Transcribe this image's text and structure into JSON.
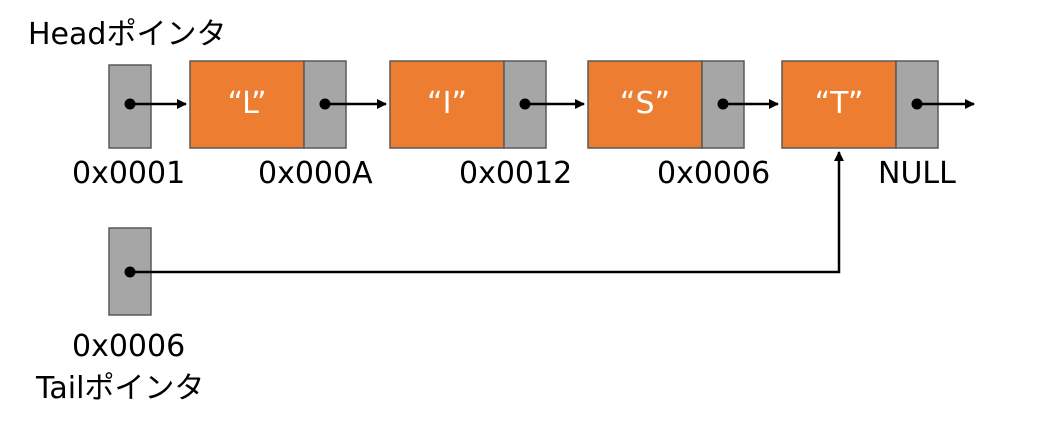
{
  "head_pointer": {
    "label": "Headポインタ",
    "address": "0x0001"
  },
  "tail_pointer": {
    "label": "Tailポインタ",
    "address": "0x0006"
  },
  "nodes": [
    {
      "value": "“L”",
      "address": "0x000A"
    },
    {
      "value": "“I”",
      "address": "0x0012"
    },
    {
      "value": "“S”",
      "address": "0x0006"
    },
    {
      "value": "“T”",
      "address": "NULL"
    }
  ],
  "colors": {
    "data_cell": "#ed7d31",
    "pointer_cell": "#a6a6a6",
    "border": "#595959",
    "line": "#000000"
  }
}
